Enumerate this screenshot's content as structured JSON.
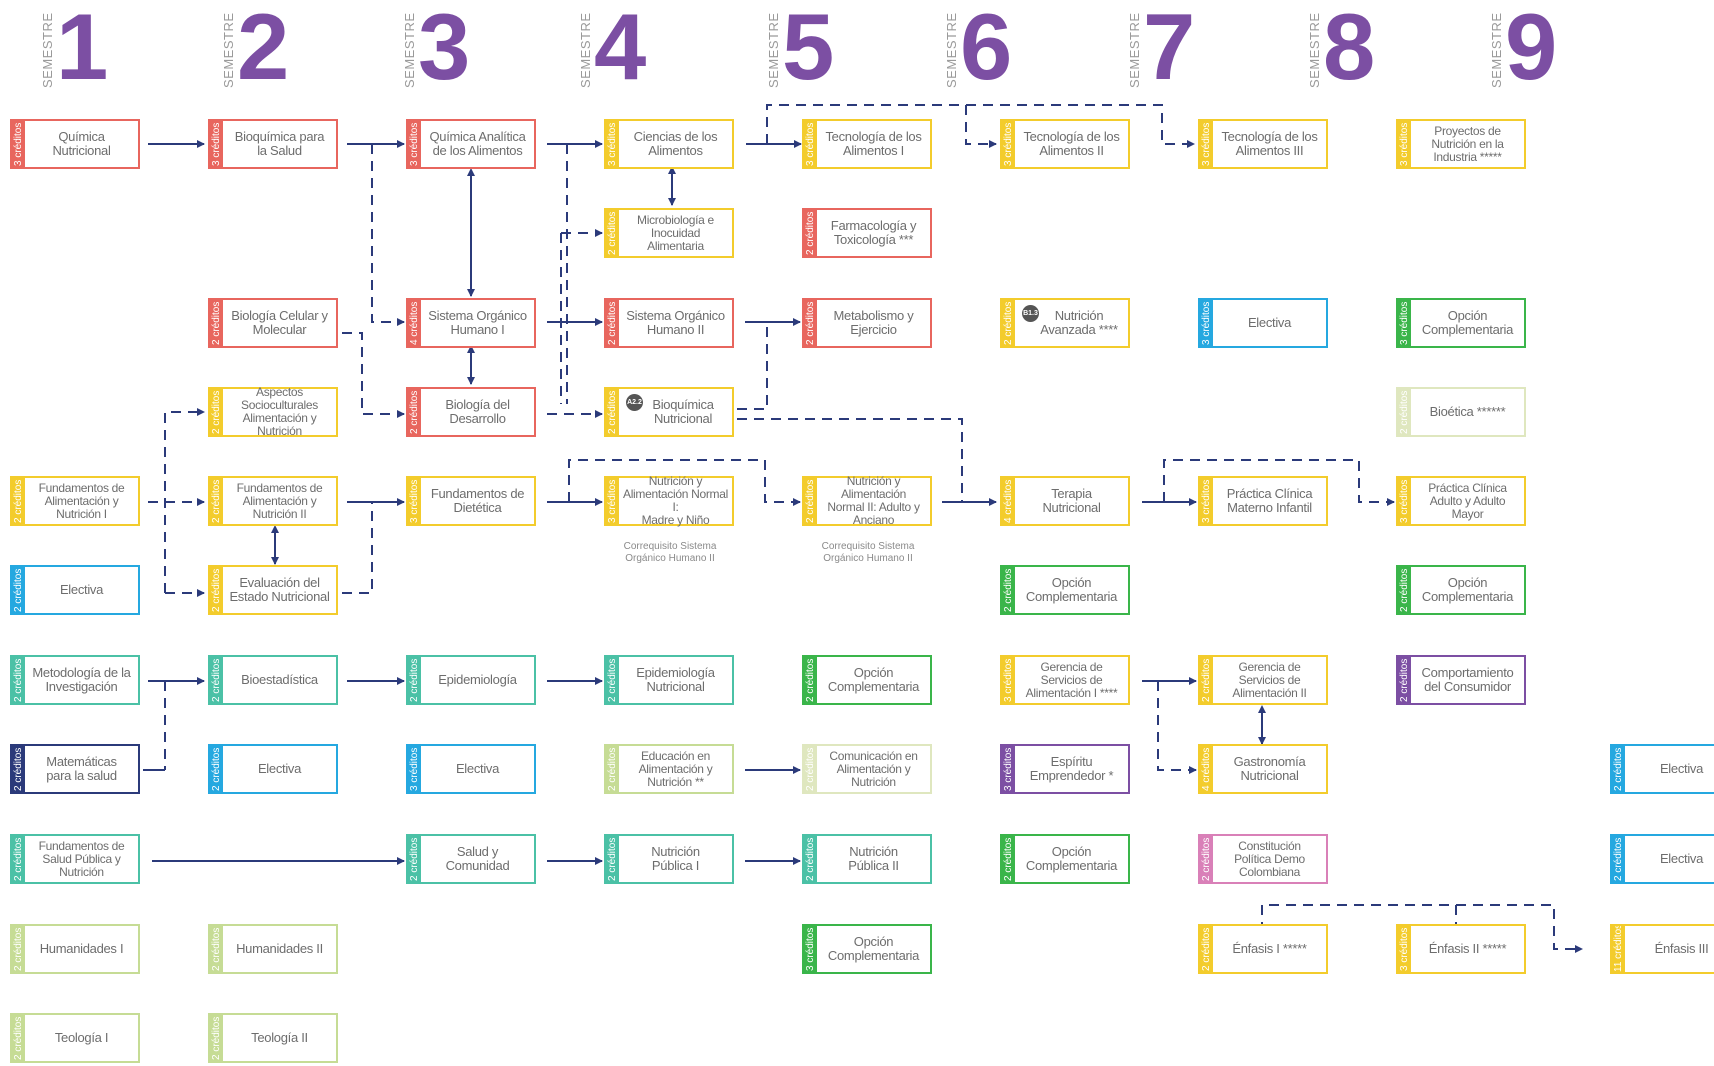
{
  "semester_label": "SEMESTRE",
  "semesters": [
    "1",
    "2",
    "3",
    "4",
    "5",
    "6",
    "7",
    "8",
    "9"
  ],
  "colors": {
    "red": "#e8665e",
    "yellow": "#f3cc2c",
    "blue": "#25a8e0",
    "teal": "#4bc1a6",
    "green": "#3ab54a",
    "lightgreen": "#c6dc95",
    "pale": "#dfe7bf",
    "navy": "#2b3a7a",
    "purple": "#7c4fa3",
    "pink": "#d980b8",
    "arrow": "#2b3a7a"
  },
  "courses": {
    "quimica_nutricional": {
      "credits": "3 créditos",
      "title": "Química\nNutricional"
    },
    "bioquimica_salud": {
      "credits": "3 créditos",
      "title": "Bioquímica para\nla Salud"
    },
    "quimica_analitica": {
      "credits": "3 créditos",
      "title": "Química Analítica\nde los Alimentos"
    },
    "ciencias_alimentos": {
      "credits": "3 créditos",
      "title": "Ciencias de los\nAlimentos"
    },
    "tecno_alimentos_1": {
      "credits": "3 créditos",
      "title": "Tecnología de los\nAlimentos I"
    },
    "tecno_alimentos_2": {
      "credits": "3 créditos",
      "title": "Tecnología de los\nAlimentos II"
    },
    "tecno_alimentos_3": {
      "credits": "3 créditos",
      "title": "Tecnología de los\nAlimentos III"
    },
    "proyectos_nutricion": {
      "credits": "3 créditos",
      "title": "Proyectos de\nNutrición en la\nIndustria *****"
    },
    "microbiologia": {
      "credits": "2 créditos",
      "title": "Microbiología e\nInocuidad\nAlimentaria"
    },
    "farmacologia": {
      "credits": "2 créditos",
      "title": "Farmacología y\nToxicología ***"
    },
    "biologia_celular": {
      "credits": "2 créditos",
      "title": "Biología Celular y\nMolecular"
    },
    "sistema_organico_1": {
      "credits": "4 créditos",
      "title": "Sistema Orgánico\nHumano I"
    },
    "sistema_organico_2": {
      "credits": "2 créditos",
      "title": "Sistema Orgánico\nHumano II"
    },
    "metabolismo": {
      "credits": "2 créditos",
      "title": "Metabolismo y\nEjercicio"
    },
    "nutricion_avanzada": {
      "credits": "2 créditos",
      "title": "Nutrición\nAvanzada ****",
      "badge": "B1.3"
    },
    "electiva_s7a": {
      "credits": "3 créditos",
      "title": "Electiva"
    },
    "opcion_comp_s8a": {
      "credits": "3 créditos",
      "title": "Opción\nComplementaria"
    },
    "aspectos_socio": {
      "credits": "2 créditos",
      "title": "Aspectos\nSocioculturales\nAlimentación y Nutrición"
    },
    "biologia_desarrollo": {
      "credits": "2 créditos",
      "title": "Biología del\nDesarrollo"
    },
    "bioquimica_nutricional": {
      "credits": "2 créditos",
      "title": "Bioquímica\nNutricional",
      "badge": "A2.2"
    },
    "bioetica": {
      "credits": "2 créditos",
      "title": "Bioética ******"
    },
    "fundamentos_ali_1": {
      "credits": "2 créditos",
      "title": "Fundamentos de\nAlimentación y\nNutrición I"
    },
    "fundamentos_ali_2": {
      "credits": "2 créditos",
      "title": "Fundamentos de\nAlimentación y\nNutrición II"
    },
    "fundamentos_dietetica": {
      "credits": "3 créditos",
      "title": "Fundamentos de\nDietética"
    },
    "nutricion_normal_1": {
      "credits": "3 créditos",
      "title": "Nutrición y\nAlimentación Normal I:\nMadre y Niño"
    },
    "nutricion_normal_2": {
      "credits": "2 créditos",
      "title": "Nutrición y Alimentación\nNormal II: Adulto y\nAnciano"
    },
    "terapia_nutricional": {
      "credits": "4 créditos",
      "title": "Terapia\nNutricional"
    },
    "practica_materno": {
      "credits": "3 créditos",
      "title": "Práctica Clínica\nMaterno Infantil"
    },
    "practica_adulto": {
      "credits": "3 créditos",
      "title": "Práctica Clínica\nAdulto y Adulto\nMayor"
    },
    "electiva_s1": {
      "credits": "2 créditos",
      "title": "Electiva"
    },
    "evaluacion_estado": {
      "credits": "2 créditos",
      "title": "Evaluación del\nEstado Nutricional"
    },
    "opcion_comp_s6a": {
      "credits": "2 créditos",
      "title": "Opción\nComplementaria"
    },
    "opcion_comp_s8b": {
      "credits": "2 créditos",
      "title": "Opción\nComplementaria"
    },
    "metodologia": {
      "credits": "2 créditos",
      "title": "Metodología de la\nInvestigación"
    },
    "bioestadistica": {
      "credits": "2 créditos",
      "title": "Bioestadística"
    },
    "epidemiologia": {
      "credits": "2 créditos",
      "title": "Epidemiología"
    },
    "epidemiologia_nutri": {
      "credits": "2 créditos",
      "title": "Epidemiología\nNutricional"
    },
    "opcion_comp_s5a": {
      "credits": "2 créditos",
      "title": "Opción\nComplementaria"
    },
    "gerencia_1": {
      "credits": "3 créditos",
      "title": "Gerencia de\nServicios de\nAlimentación I ****"
    },
    "gerencia_2": {
      "credits": "2 créditos",
      "title": "Gerencia de\nServicios de\nAlimentación II"
    },
    "comportamiento": {
      "credits": "2 créditos",
      "title": "Comportamiento\ndel Consumidor"
    },
    "matematicas": {
      "credits": "2 créditos",
      "title": "Matemáticas\npara la salud"
    },
    "electiva_s2": {
      "credits": "2 créditos",
      "title": "Electiva"
    },
    "electiva_s3": {
      "credits": "3 créditos",
      "title": "Electiva"
    },
    "educacion_ali": {
      "credits": "2 créditos",
      "title": "Educación en\nAlimentación y\nNutrición **"
    },
    "comunicacion_ali": {
      "credits": "2 créditos",
      "title": "Comunicación en\nAlimentación y\nNutrición"
    },
    "espiritu": {
      "credits": "3 créditos",
      "title": "Espíritu\nEmprendedor *"
    },
    "gastronomia": {
      "credits": "4 créditos",
      "title": "Gastronomía\nNutricional"
    },
    "electiva_s9a": {
      "credits": "2 créditos",
      "title": "Electiva"
    },
    "fundamentos_salud": {
      "credits": "2 créditos",
      "title": "Fundamentos de\nSalud Pública y\nNutrición"
    },
    "salud_comunidad": {
      "credits": "2 créditos",
      "title": "Salud y\nComunidad"
    },
    "nutricion_publica_1": {
      "credits": "2 créditos",
      "title": "Nutrición\nPública I"
    },
    "nutricion_publica_2": {
      "credits": "2 créditos",
      "title": "Nutrición\nPública II"
    },
    "opcion_comp_s6b": {
      "credits": "2 créditos",
      "title": "Opción\nComplementaria"
    },
    "constitucion": {
      "credits": "2 créditos",
      "title": "Constitución\nPolítica Demo\nColombiana"
    },
    "electiva_s9b": {
      "credits": "2 créditos",
      "title": "Electiva"
    },
    "humanidades_1": {
      "credits": "2 créditos",
      "title": "Humanidades I"
    },
    "humanidades_2": {
      "credits": "2 créditos",
      "title": "Humanidades II"
    },
    "opcion_comp_s5b": {
      "credits": "3 créditos",
      "title": "Opción\nComplementaria"
    },
    "enfasis_1": {
      "credits": "2 créditos",
      "title": "Énfasis I      *****"
    },
    "enfasis_2": {
      "credits": "3 créditos",
      "title": "Énfasis II     *****"
    },
    "enfasis_3": {
      "credits": "11 créditos",
      "title": "Énfasis III"
    },
    "teologia_1": {
      "credits": "2 créditos",
      "title": "Teología I"
    },
    "teologia_2": {
      "credits": "2 créditos",
      "title": "Teología II"
    }
  },
  "notes": {
    "correq_1": "Correquisito Sistema\nOrgánico Humano II",
    "correq_2": "Correquisito Sistema\nOrgánico Humano II"
  }
}
